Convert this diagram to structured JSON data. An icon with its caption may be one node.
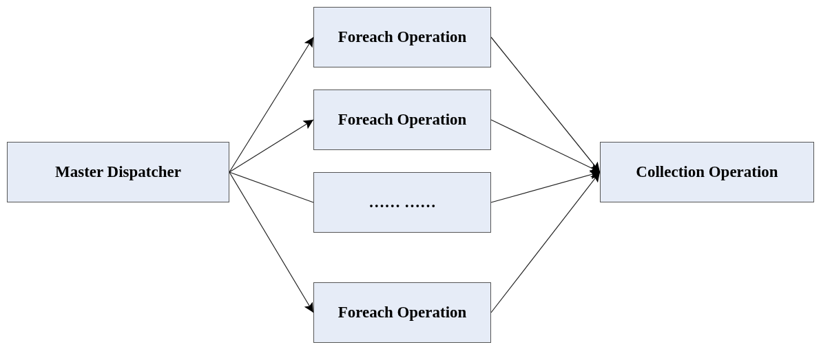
{
  "diagram": {
    "nodes": [
      {
        "text": [
          "Master Dispatcher"
        ]
      },
      {
        "text": [
          "Foreach Operation"
        ]
      },
      {
        "text": [
          "Foreach Operation"
        ]
      },
      {
        "text": [
          "…… ……"
        ]
      },
      {
        "text": [
          "Foreach Operation"
        ]
      },
      {
        "text": [
          "Collection Operation"
        ]
      }
    ],
    "edges": [
      {
        "from": 0,
        "to": 1,
        "arrow": "to"
      },
      {
        "from": 0,
        "to": 2,
        "arrow": "to"
      },
      {
        "from": 0,
        "to": 3,
        "arrow": "none"
      },
      {
        "from": 0,
        "to": 4,
        "arrow": "to"
      },
      {
        "from": 1,
        "to": 5,
        "arrow": "to"
      },
      {
        "from": 2,
        "to": 5,
        "arrow": "to"
      },
      {
        "from": 3,
        "to": 5,
        "arrow": "to"
      },
      {
        "from": 4,
        "to": 5,
        "arrow": "to"
      }
    ]
  }
}
